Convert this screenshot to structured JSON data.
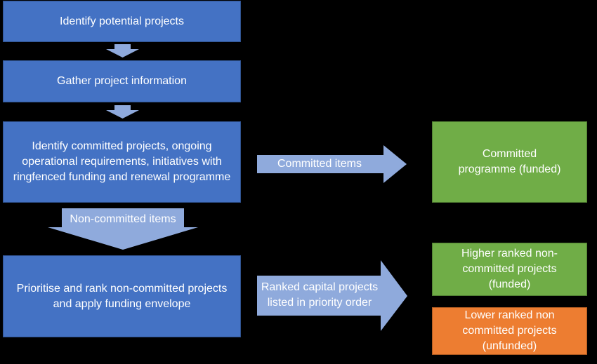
{
  "colors": {
    "process": "#4472c4",
    "connector": "#8faadc",
    "funded": "#70ad47",
    "unfunded": "#ed7d31",
    "background": "#000000"
  },
  "steps": {
    "identify": "Identify potential projects",
    "gather": "Gather project information",
    "committed": "Identify committed projects, ongoing operational requirements, initiatives with ringfenced funding and renewal programme",
    "prioritise": "Prioritise and rank non-committed projects and apply funding envelope"
  },
  "connectors": {
    "committed_items": "Committed items",
    "non_committed_items": "Non-committed items",
    "ranked": "Ranked capital projects listed in priority order"
  },
  "outcomes": {
    "committed_programme": "Committed programme (funded)",
    "higher_ranked": "Higher ranked non-committed projects (funded)",
    "lower_ranked": "Lower ranked non committed projects (unfunded)"
  }
}
